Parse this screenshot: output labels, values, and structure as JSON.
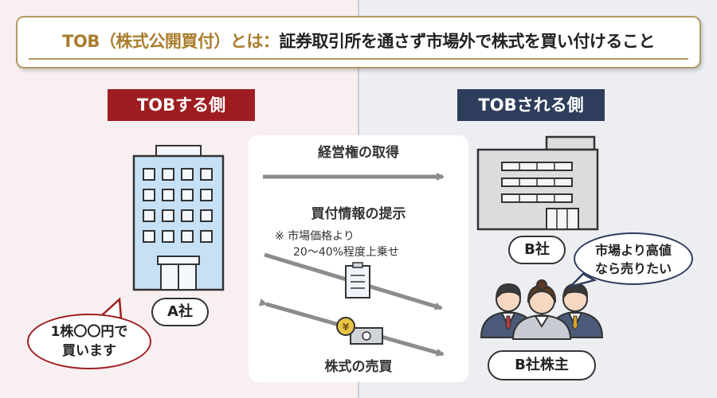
{
  "title": {
    "key": "TOB（株式公開買付）とは：",
    "description": "証券取引所を通さず市場外で株式を買い付けること"
  },
  "left_side": {
    "label": "TOBする側",
    "company": "A社"
  },
  "right_side": {
    "label": "TOBされる側",
    "company": "B社",
    "shareholders": "B社株主"
  },
  "flows": {
    "control": "経営権の取得",
    "offer": "買付情報の提示",
    "note_line1": "※ 市場価格より",
    "note_line2": "20〜40%程度上乗せ",
    "trade": "株式の売買"
  },
  "bubbles": {
    "buyer_line1": "1株〇〇円で",
    "buyer_line2": "買います",
    "seller_line1": "市場より高値",
    "seller_line2": "なら売りたい"
  },
  "colors": {
    "left_bg": "#f8eff1",
    "right_bg": "#eceef2",
    "left_accent": "#9e1d20",
    "right_accent": "#2f3d5c",
    "title_key": "#a97d2c",
    "building_a": "#c6e0f5",
    "building_b": "#dcdcdc",
    "arrow": "#8c8c8c",
    "coin": "#e8c547"
  },
  "icons": [
    "office-tower-icon",
    "factory-building-icon",
    "document-icon",
    "yen-coin-icon",
    "banknote-icon",
    "shareholders-group-icon"
  ]
}
